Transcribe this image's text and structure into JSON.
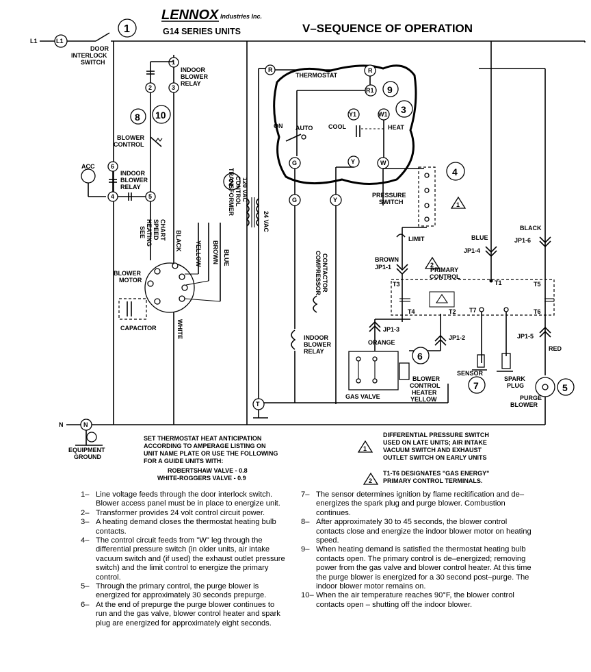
{
  "header": {
    "brand": "LENNOX",
    "brand_suffix": "Industries Inc.",
    "series": "G14 SERIES UNITS",
    "title": "V–SEQUENCE OF OPERATION"
  },
  "labels": {
    "l1": "L1",
    "l1_node": "L1",
    "n": "N",
    "n_node": "N",
    "door_switch": [
      "DOOR",
      "INTERLOCK",
      "SWITCH"
    ],
    "indoor_blower_relay_top": [
      "INDOOR",
      "BLOWER",
      "RELAY"
    ],
    "indoor_blower_relay_mid": [
      "INDOOR",
      "BLOWER",
      "RELAY"
    ],
    "indoor_blower_relay_bottom": [
      "INDOOR",
      "BLOWER",
      "RELAY"
    ],
    "blower_control": [
      "BLOWER",
      "CONTROL"
    ],
    "acc": "ACC",
    "transformer": [
      "120 VAC",
      "CONTROL",
      "TRANSFORMER"
    ],
    "vac24": "24 VAC",
    "see_heating_speed_chart": [
      "SEE",
      "HEATING",
      "SPEED",
      "CHART"
    ],
    "black": "BLACK",
    "yellow": "YELLOW",
    "brown": "BROWN",
    "blue": "BLUE",
    "white": "WHITE",
    "blower_motor": [
      "BLOWER",
      "MOTOR"
    ],
    "capacitor": "CAPACITOR",
    "thermostat": "THERMOSTAT",
    "on": "ON",
    "auto": "AUTO",
    "cool": "COOL",
    "heat": "HEAT",
    "term_R": "R",
    "term_R1": "R1",
    "term_Y1": "Y1",
    "term_W1": "W1",
    "term_G": "G",
    "term_Y": "Y",
    "term_W": "W",
    "term_T": "T",
    "pressure_switch": [
      "PRESSURE",
      "SWITCH"
    ],
    "limit": "LIMIT",
    "compressor_contactor": [
      "COMPRESSOR",
      "CONTACTOR"
    ],
    "brown_jp": [
      "BROWN",
      "JP1-1"
    ],
    "blue_jp": [
      "BLUE",
      "JP1-4"
    ],
    "black_jp": [
      "BLACK",
      "JP1-6"
    ],
    "primary_control": [
      "PRIMARY",
      "CONTROL"
    ],
    "t1": "T1",
    "t2": "T2",
    "t3": "T3",
    "t4": "T4",
    "t5": "T5",
    "t6": "T6",
    "t7": "T7",
    "jp1_3": "JP1-3",
    "jp1_2": "JP1-2",
    "jp1_5": "JP1-5",
    "orange": "ORANGE",
    "red": "RED",
    "gas_valve": "GAS VALVE",
    "blower_control_heater": [
      "BLOWER",
      "CONTROL",
      "HEATER",
      "YELLOW"
    ],
    "sensor": "SENSOR",
    "spark_plug": [
      "SPARK",
      "PLUG"
    ],
    "purge_blower": [
      "PURGE",
      "BLOWER"
    ],
    "equipment_ground": [
      "EQUIPMENT",
      "GROUND"
    ]
  },
  "callouts": [
    "1",
    "2",
    "3",
    "4",
    "5",
    "6",
    "7",
    "8",
    "9",
    "10",
    "1",
    "2",
    "1",
    "2",
    "4",
    "5",
    "3"
  ],
  "notes": {
    "anticipation": [
      "SET THERMOSTAT HEAT ANTICIPATION",
      "ACCORDING TO AMPERAGE LISTING ON",
      "UNIT NAME PLATE OR USE THE FOLLOWING",
      "FOR A GUIDE  UNITS WITH:",
      "ROBERTSHAW VALVE - 0.8",
      "WHITE-ROGGERS VALVE - 0.9"
    ],
    "note1_num": "1",
    "note1": [
      "DIFFERENTIAL PRESSURE SWITCH",
      "USED ON LATE UNITS; AIR INTAKE",
      "VACUUM SWITCH AND EXHAUST",
      "OUTLET SWITCH ON EARLY UNITS"
    ],
    "note2_num": "2",
    "note2": [
      "T1-T6 DESIGNATES \"GAS ENERGY\"",
      "PRIMARY CONTROL TERMINALS."
    ]
  },
  "steps_left": [
    {
      "num": "1–",
      "text": "Line voltage feeds through the door interlock switch. Blower access panel must be in place to energize unit."
    },
    {
      "num": "2–",
      "text": "Transformer provides 24 volt control circuit power."
    },
    {
      "num": "3–",
      "text": "A heating demand closes the thermostat heating bulb contacts."
    },
    {
      "num": "4–",
      "text": "The control circuit feeds from \"W\" leg through the differential pressure switch (in older units, air intake vacuum switch and (if used) the exhaust outlet pressure switch) and the limit control to energize the primary control."
    },
    {
      "num": "5–",
      "text": "Through the primary control, the purge blower is energized for approximately 30 seconds prepurge."
    },
    {
      "num": "6–",
      "text": "At the end of prepurge the purge blower continues to run and the gas valve, blower control heater and spark plug are energized for approximately eight seconds."
    }
  ],
  "steps_right": [
    {
      "num": "7–",
      "text": "The sensor determines ignition by flame recitification and de–energizes the spark plug and purge blower. Combustion continues."
    },
    {
      "num": "8–",
      "text": "After approximately 30 to 45 seconds, the blower control contacts close and energize the indoor blower motor on heating speed."
    },
    {
      "num": "9–",
      "text": "When heating demand is satisfied the thermostat heating bulb contacts open. The primary control is de–energized; removing power from the gas valve and blower control heater. At this time the purge blower is energized for a 30 second post–purge. The indoor blower motor remains on."
    },
    {
      "num": "10–",
      "text": "When the air temperature reaches 90°F, the blower control contacts open – shutting off the indoor blower."
    }
  ]
}
